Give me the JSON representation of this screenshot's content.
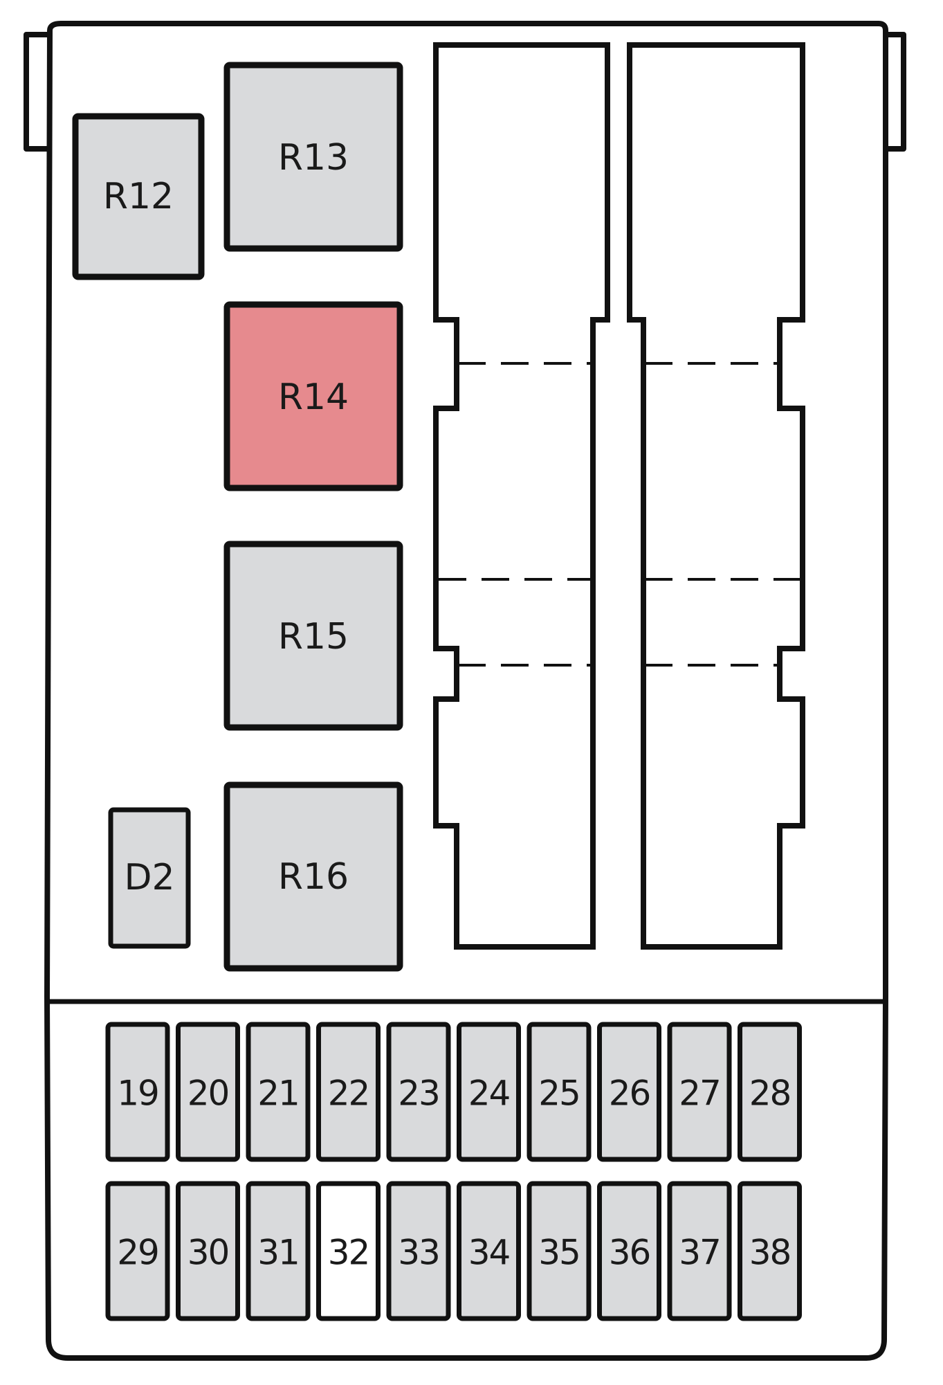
{
  "colors": {
    "default_fill": "#d9dadc",
    "highlight_fill": "#e68a8e",
    "highlight_stroke": "#8a1e24",
    "empty_fill": "#ffffff",
    "outline": "#111111"
  },
  "relays": [
    {
      "id": "R12",
      "label": "R12",
      "state": "normal"
    },
    {
      "id": "R13",
      "label": "R13",
      "state": "normal"
    },
    {
      "id": "R14",
      "label": "R14",
      "state": "highlighted"
    },
    {
      "id": "R15",
      "label": "R15",
      "state": "normal"
    },
    {
      "id": "R16",
      "label": "R16",
      "state": "normal"
    },
    {
      "id": "D2",
      "label": "D2",
      "state": "normal"
    }
  ],
  "fuse_rows": [
    [
      {
        "label": "19",
        "state": "normal"
      },
      {
        "label": "20",
        "state": "normal"
      },
      {
        "label": "21",
        "state": "normal"
      },
      {
        "label": "22",
        "state": "normal"
      },
      {
        "label": "23",
        "state": "normal"
      },
      {
        "label": "24",
        "state": "normal"
      },
      {
        "label": "25",
        "state": "normal"
      },
      {
        "label": "26",
        "state": "normal"
      },
      {
        "label": "27",
        "state": "normal"
      },
      {
        "label": "28",
        "state": "normal"
      }
    ],
    [
      {
        "label": "29",
        "state": "normal"
      },
      {
        "label": "30",
        "state": "normal"
      },
      {
        "label": "31",
        "state": "normal"
      },
      {
        "label": "32",
        "state": "empty"
      },
      {
        "label": "33",
        "state": "normal"
      },
      {
        "label": "34",
        "state": "normal"
      },
      {
        "label": "35",
        "state": "normal"
      },
      {
        "label": "36",
        "state": "normal"
      },
      {
        "label": "37",
        "state": "normal"
      },
      {
        "label": "38",
        "state": "normal"
      }
    ]
  ]
}
